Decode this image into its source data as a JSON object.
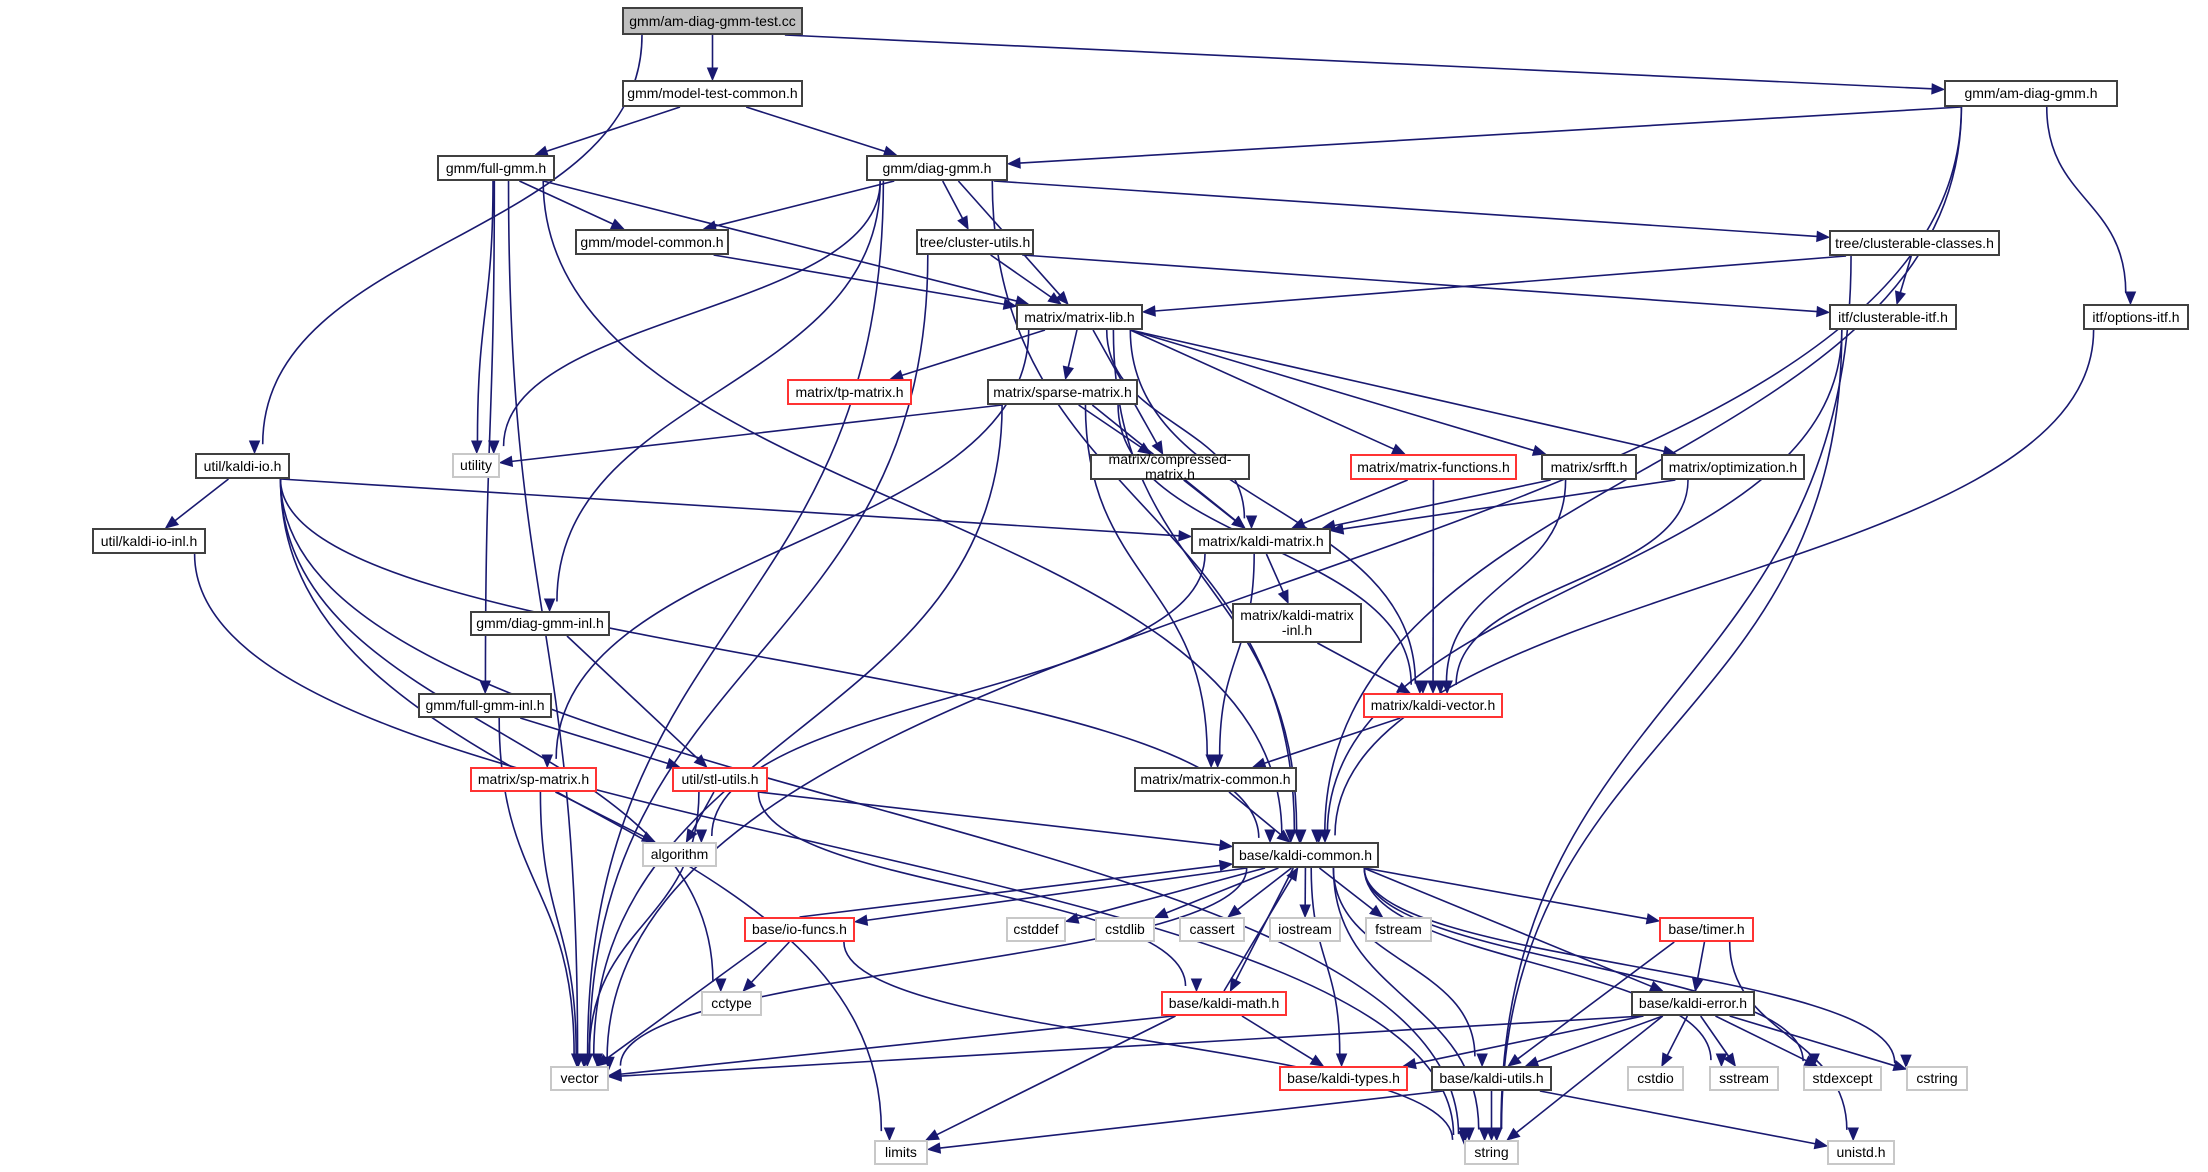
{
  "title": "Include dependency graph for gmm/am-diag-gmm-test.cc",
  "colors": {
    "edge": "#191970",
    "root_fill": "#bfbfbf",
    "documented_border": "#404040",
    "undocumented_border": "#ff3333",
    "system_border": "#c8c8c8"
  },
  "nodes": [
    {
      "id": "root",
      "label": "gmm/am-diag-gmm-test.cc",
      "kind": "root"
    },
    {
      "id": "mtc",
      "label": "gmm/model-test-common.h",
      "kind": "doc"
    },
    {
      "id": "adg",
      "label": "gmm/am-diag-gmm.h",
      "kind": "doc"
    },
    {
      "id": "fg",
      "label": "gmm/full-gmm.h",
      "kind": "doc"
    },
    {
      "id": "dg",
      "label": "gmm/diag-gmm.h",
      "kind": "doc"
    },
    {
      "id": "mc",
      "label": "gmm/model-common.h",
      "kind": "doc"
    },
    {
      "id": "cu",
      "label": "tree/cluster-utils.h",
      "kind": "doc"
    },
    {
      "id": "cc",
      "label": "tree/clusterable-classes.h",
      "kind": "doc"
    },
    {
      "id": "ml",
      "label": "matrix/matrix-lib.h",
      "kind": "doc"
    },
    {
      "id": "ci",
      "label": "itf/clusterable-itf.h",
      "kind": "doc"
    },
    {
      "id": "oi",
      "label": "itf/options-itf.h",
      "kind": "doc"
    },
    {
      "id": "tp",
      "label": "matrix/tp-matrix.h",
      "kind": "red"
    },
    {
      "id": "sm",
      "label": "matrix/sparse-matrix.h",
      "kind": "doc"
    },
    {
      "id": "utility",
      "label": "utility",
      "kind": "sys"
    },
    {
      "id": "kio",
      "label": "util/kaldi-io.h",
      "kind": "doc"
    },
    {
      "id": "kioi",
      "label": "util/kaldi-io-inl.h",
      "kind": "doc"
    },
    {
      "id": "cm",
      "label": "matrix/compressed-matrix.h",
      "kind": "doc"
    },
    {
      "id": "mf",
      "label": "matrix/matrix-functions.h",
      "kind": "red"
    },
    {
      "id": "srfft",
      "label": "matrix/srfft.h",
      "kind": "doc"
    },
    {
      "id": "opt",
      "label": "matrix/optimization.h",
      "kind": "doc"
    },
    {
      "id": "km",
      "label": "matrix/kaldi-matrix.h",
      "kind": "doc"
    },
    {
      "id": "dgi",
      "label": "gmm/diag-gmm-inl.h",
      "kind": "doc"
    },
    {
      "id": "kmi",
      "label": "matrix/kaldi-matrix\n-inl.h",
      "kind": "doc"
    },
    {
      "id": "fgi",
      "label": "gmm/full-gmm-inl.h",
      "kind": "doc"
    },
    {
      "id": "kv",
      "label": "matrix/kaldi-vector.h",
      "kind": "red"
    },
    {
      "id": "sp",
      "label": "matrix/sp-matrix.h",
      "kind": "red"
    },
    {
      "id": "stl",
      "label": "util/stl-utils.h",
      "kind": "red"
    },
    {
      "id": "mcom",
      "label": "matrix/matrix-common.h",
      "kind": "doc"
    },
    {
      "id": "algorithm",
      "label": "algorithm",
      "kind": "sys"
    },
    {
      "id": "kc",
      "label": "base/kaldi-common.h",
      "kind": "doc"
    },
    {
      "id": "iof",
      "label": "base/io-funcs.h",
      "kind": "red"
    },
    {
      "id": "cstddef",
      "label": "cstddef",
      "kind": "sys"
    },
    {
      "id": "cstdlib",
      "label": "cstdlib",
      "kind": "sys"
    },
    {
      "id": "cassert",
      "label": "cassert",
      "kind": "sys"
    },
    {
      "id": "iostream",
      "label": "iostream",
      "kind": "sys"
    },
    {
      "id": "fstream",
      "label": "fstream",
      "kind": "sys"
    },
    {
      "id": "timer",
      "label": "base/timer.h",
      "kind": "red"
    },
    {
      "id": "cctype",
      "label": "cctype",
      "kind": "sys"
    },
    {
      "id": "kmath",
      "label": "base/kaldi-math.h",
      "kind": "red"
    },
    {
      "id": "kerr",
      "label": "base/kaldi-error.h",
      "kind": "doc"
    },
    {
      "id": "vector",
      "label": "vector",
      "kind": "sys"
    },
    {
      "id": "ktypes",
      "label": "base/kaldi-types.h",
      "kind": "red"
    },
    {
      "id": "kutils",
      "label": "base/kaldi-utils.h",
      "kind": "doc"
    },
    {
      "id": "cstdio",
      "label": "cstdio",
      "kind": "sys"
    },
    {
      "id": "sstream",
      "label": "sstream",
      "kind": "sys"
    },
    {
      "id": "stdexcept",
      "label": "stdexcept",
      "kind": "sys"
    },
    {
      "id": "cstring",
      "label": "cstring",
      "kind": "sys"
    },
    {
      "id": "limits",
      "label": "limits",
      "kind": "sys"
    },
    {
      "id": "string",
      "label": "string",
      "kind": "sys"
    },
    {
      "id": "unistd",
      "label": "unistd.h",
      "kind": "sys"
    }
  ],
  "edges": [
    [
      "root",
      "mtc"
    ],
    [
      "root",
      "adg"
    ],
    [
      "root",
      "kio"
    ],
    [
      "mtc",
      "fg"
    ],
    [
      "mtc",
      "dg"
    ],
    [
      "adg",
      "dg"
    ],
    [
      "adg",
      "oi"
    ],
    [
      "adg",
      "kc"
    ],
    [
      "adg",
      "vector"
    ],
    [
      "fg",
      "mc"
    ],
    [
      "fg",
      "ml"
    ],
    [
      "fg",
      "utility"
    ],
    [
      "fg",
      "vector"
    ],
    [
      "fg",
      "fgi"
    ],
    [
      "fg",
      "kc"
    ],
    [
      "dg",
      "mc"
    ],
    [
      "dg",
      "cu"
    ],
    [
      "dg",
      "ml"
    ],
    [
      "dg",
      "cc"
    ],
    [
      "dg",
      "utility"
    ],
    [
      "dg",
      "vector"
    ],
    [
      "dg",
      "dgi"
    ],
    [
      "dg",
      "kc"
    ],
    [
      "mc",
      "ml"
    ],
    [
      "cu",
      "ml"
    ],
    [
      "cu",
      "ci"
    ],
    [
      "cu",
      "vector"
    ],
    [
      "cc",
      "ml"
    ],
    [
      "cc",
      "ci"
    ],
    [
      "cc",
      "string"
    ],
    [
      "ci",
      "kc"
    ],
    [
      "ci",
      "string"
    ],
    [
      "oi",
      "kc"
    ],
    [
      "ml",
      "tp"
    ],
    [
      "ml",
      "sm"
    ],
    [
      "ml",
      "cm"
    ],
    [
      "ml",
      "mf"
    ],
    [
      "ml",
      "srfft"
    ],
    [
      "ml",
      "opt"
    ],
    [
      "ml",
      "km"
    ],
    [
      "ml",
      "kv"
    ],
    [
      "ml",
      "sp"
    ],
    [
      "ml",
      "kc"
    ],
    [
      "sm",
      "utility"
    ],
    [
      "sm",
      "cm"
    ],
    [
      "sm",
      "km"
    ],
    [
      "sm",
      "kv"
    ],
    [
      "sm",
      "mcom"
    ],
    [
      "sm",
      "vector"
    ],
    [
      "cm",
      "km"
    ],
    [
      "mf",
      "km"
    ],
    [
      "mf",
      "kv"
    ],
    [
      "srfft",
      "km"
    ],
    [
      "srfft",
      "kv"
    ],
    [
      "opt",
      "km"
    ],
    [
      "opt",
      "kv"
    ],
    [
      "kio",
      "kioi"
    ],
    [
      "kio",
      "km"
    ],
    [
      "kio",
      "kc"
    ],
    [
      "kio",
      "cctype"
    ],
    [
      "kio",
      "limits"
    ],
    [
      "kio",
      "string"
    ],
    [
      "kioi",
      "string"
    ],
    [
      "km",
      "kmi"
    ],
    [
      "km",
      "mcom"
    ],
    [
      "km",
      "algorithm"
    ],
    [
      "kmi",
      "kv"
    ],
    [
      "kv",
      "mcom"
    ],
    [
      "mcom",
      "kc"
    ],
    [
      "dgi",
      "stl"
    ],
    [
      "fgi",
      "stl"
    ],
    [
      "fgi",
      "vector"
    ],
    [
      "sp",
      "algorithm"
    ],
    [
      "sp",
      "vector"
    ],
    [
      "stl",
      "algorithm"
    ],
    [
      "stl",
      "vector"
    ],
    [
      "stl",
      "kc"
    ],
    [
      "stl",
      "kmath"
    ],
    [
      "kc",
      "iof"
    ],
    [
      "kc",
      "cstddef"
    ],
    [
      "kc",
      "cstdlib"
    ],
    [
      "kc",
      "cassert"
    ],
    [
      "kc",
      "iostream"
    ],
    [
      "kc",
      "fstream"
    ],
    [
      "kc",
      "timer"
    ],
    [
      "kc",
      "kerr"
    ],
    [
      "kc",
      "kmath"
    ],
    [
      "kc",
      "ktypes"
    ],
    [
      "kc",
      "kutils"
    ],
    [
      "kc",
      "sstream"
    ],
    [
      "kc",
      "stdexcept"
    ],
    [
      "kc",
      "cstring"
    ],
    [
      "kc",
      "vector"
    ],
    [
      "kc",
      "string"
    ],
    [
      "iof",
      "kc"
    ],
    [
      "iof",
      "cctype"
    ],
    [
      "iof",
      "vector"
    ],
    [
      "iof",
      "string"
    ],
    [
      "kmath",
      "kc"
    ],
    [
      "kmath",
      "ktypes"
    ],
    [
      "kmath",
      "limits"
    ],
    [
      "kmath",
      "vector"
    ],
    [
      "timer",
      "kerr"
    ],
    [
      "timer",
      "kutils"
    ],
    [
      "timer",
      "unistd"
    ],
    [
      "kerr",
      "cstdio"
    ],
    [
      "kerr",
      "sstream"
    ],
    [
      "kerr",
      "stdexcept"
    ],
    [
      "kerr",
      "cstring"
    ],
    [
      "kerr",
      "ktypes"
    ],
    [
      "kerr",
      "kutils"
    ],
    [
      "kerr",
      "vector"
    ],
    [
      "kerr",
      "string"
    ],
    [
      "kutils",
      "string"
    ],
    [
      "kutils",
      "limits"
    ],
    [
      "kutils",
      "unistd"
    ]
  ]
}
